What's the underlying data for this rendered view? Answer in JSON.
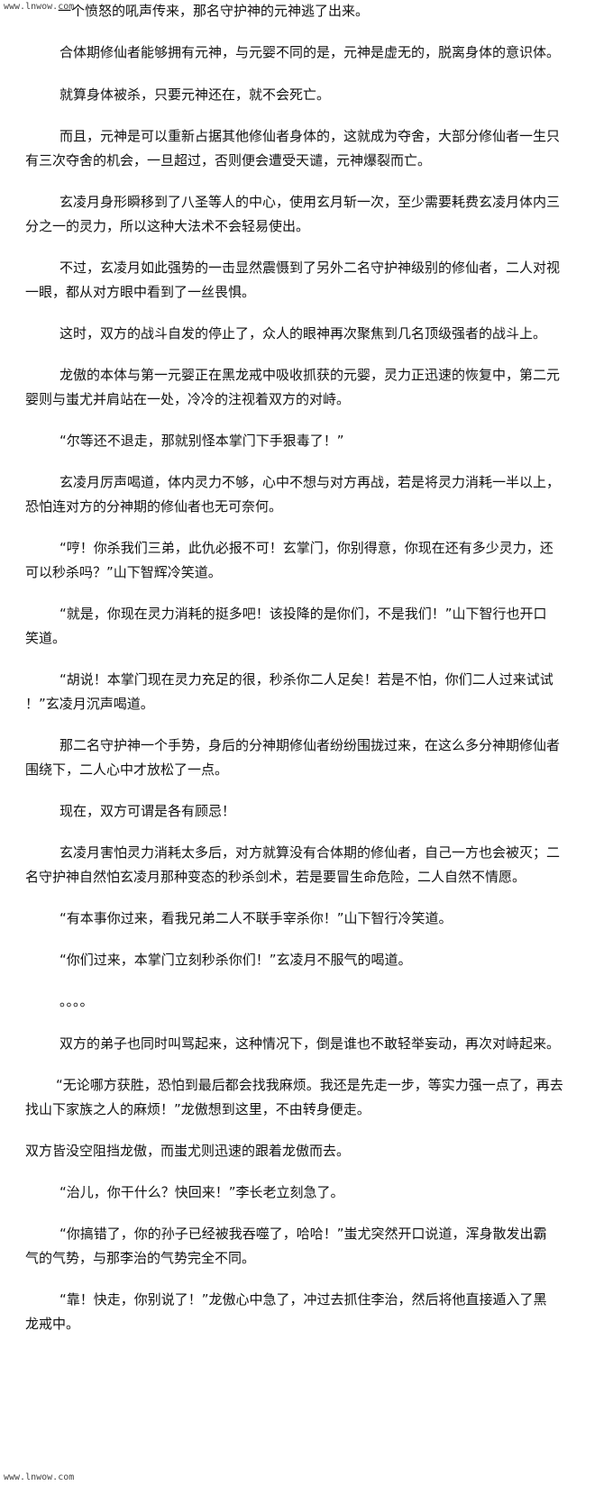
{
  "watermark": {
    "top": "www.lnwow.com",
    "bottom": "www.lnwow.com"
  },
  "paragraphs": [
    {
      "lines": [
        "一个愤怒的吼声传来，那名守护神的元神逃了出来。"
      ]
    },
    {
      "lines": [
        "合体期修仙者能够拥有元神，与元婴不同的是，元神是虚无的，脱离身体的意识体。"
      ]
    },
    {
      "lines": [
        "就算身体被杀，只要元神还在，就不会死亡。"
      ]
    },
    {
      "lines": [
        "而且，元神是可以重新占据其他修仙者身体的，这就成为夺舍，大部分修仙者一生只",
        "有三次夺舍的机会，一旦超过，否则便会遭受天谴，元神爆裂而亡。"
      ]
    },
    {
      "lines": [
        "玄凌月身形瞬移到了八圣等人的中心，使用玄月斩一次，至少需要耗费玄凌月体内三",
        "分之一的灵力，所以这种大法术不会轻易使出。"
      ]
    },
    {
      "lines": [
        "不过，玄凌月如此强势的一击显然震慑到了另外二名守护神级别的修仙者，二人对视",
        "一眼，都从对方眼中看到了一丝畏惧。"
      ]
    },
    {
      "lines": [
        "这时，双方的战斗自发的停止了，众人的眼神再次聚焦到几名顶级强者的战斗上。"
      ]
    },
    {
      "lines": [
        "龙傲的本体与第一元婴正在黑龙戒中吸收抓获的元婴，灵力正迅速的恢复中，第二元",
        "婴则与蚩尤并肩站在一处，冷冷的注视着双方的对峙。"
      ]
    },
    {
      "lines": [
        "“尔等还不退走，那就别怪本掌门下手狠毒了！”"
      ]
    },
    {
      "lines": [
        "玄凌月厉声喝道，体内灵力不够，心中不想与对方再战，若是将灵力消耗一半以上，",
        "恐怕连对方的分神期的修仙者也无可奈何。"
      ]
    },
    {
      "lines": [
        "“哼！你杀我们三弟，此仇必报不可！玄掌门，你别得意，你现在还有多少灵力，还",
        "可以秒杀吗？”山下智辉冷笑道。"
      ]
    },
    {
      "lines": [
        "“就是，你现在灵力消耗的挺多吧！该投降的是你们，不是我们！”山下智行也开口",
        "笑道。"
      ]
    },
    {
      "lines": [
        "“胡说！本掌门现在灵力充足的很，秒杀你二人足矣！若是不怕，你们二人过来试试",
        "！”玄凌月沉声喝道。"
      ]
    },
    {
      "lines": [
        "那二名守护神一个手势，身后的分神期修仙者纷纷围拢过来，在这么多分神期修仙者",
        "围绕下，二人心中才放松了一点。"
      ]
    },
    {
      "lines": [
        "现在，双方可谓是各有顾忌！"
      ]
    },
    {
      "lines": [
        "玄凌月害怕灵力消耗太多后，对方就算没有合体期的修仙者，自己一方也会被灭；二",
        "名守护神自然怕玄凌月那种变态的秒杀剑术，若是要冒生命危险，二人自然不情愿。"
      ]
    },
    {
      "lines": [
        "“有本事你过来，看我兄弟二人不联手宰杀你！”山下智行冷笑道。"
      ]
    },
    {
      "lines": [
        "“你们过来，本掌门立刻秒杀你们！”玄凌月不服气的喝道。"
      ]
    },
    {
      "lines": [
        "。。。。"
      ]
    },
    {
      "lines": [
        "双方的弟子也同时叫骂起来，这种情况下，倒是谁也不敢轻举妄动，再次对峙起来。"
      ]
    },
    {
      "lines": [
        "“无论哪方获胜，恐怕到最后都会找我麻烦。我还是先走一步，等实力强一点了，再去",
        "找山下家族之人的麻烦！”龙傲想到这里，不由转身便走。"
      ]
    },
    {
      "lines": [
        "双方皆没空阻挡龙傲，而蚩尤则迅速的跟着龙傲而去。"
      ]
    },
    {
      "lines": [
        "“治儿，你干什么？快回来！”李长老立刻急了。"
      ]
    },
    {
      "lines": [
        "“你搞错了，你的孙子已经被我吞噬了，哈哈！”蚩尤突然开口说道，浑身散发出霸",
        "气的气势，与那李治的气势完全不同。"
      ]
    },
    {
      "lines": [
        "“靠！快走，你别说了！”龙傲心中急了，冲过去抓住李治，然后将他直接遁入了黑",
        "龙戒中。"
      ]
    }
  ]
}
